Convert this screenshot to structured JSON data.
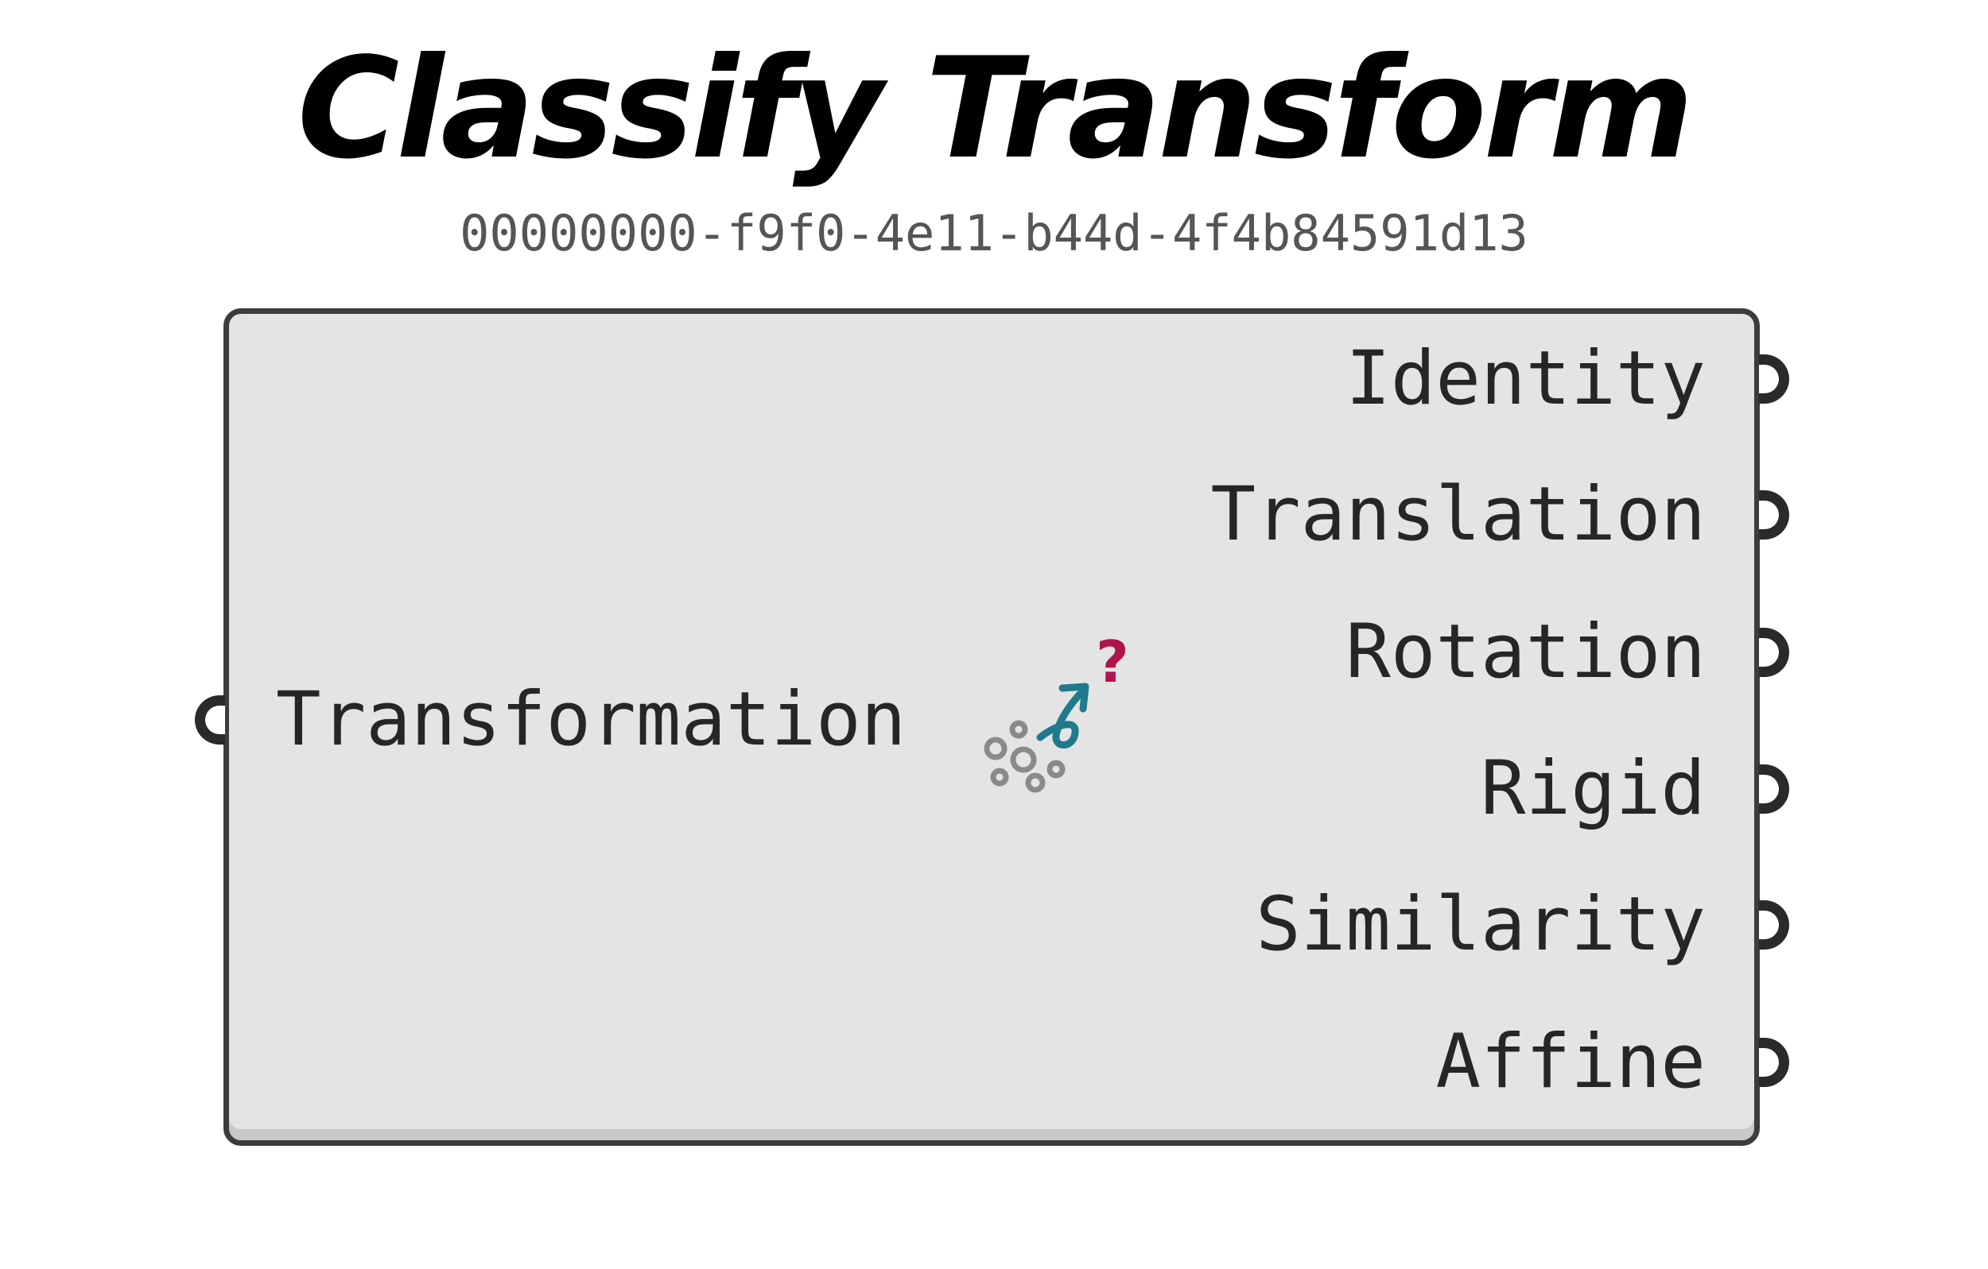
{
  "component": {
    "title": "Classify Transform",
    "guid": "00000000-f9f0-4e11-b44d-4f4b84591d13",
    "icon": "transform-classify-icon",
    "inputs": [
      {
        "label": "Transformation"
      }
    ],
    "outputs": [
      {
        "label": "Identity"
      },
      {
        "label": "Translation"
      },
      {
        "label": "Rotation"
      },
      {
        "label": "Rigid"
      },
      {
        "label": "Similarity"
      },
      {
        "label": "Affine"
      }
    ]
  },
  "colors": {
    "body": "#e4e4e4",
    "outline": "#3c3c3c",
    "icon_teal": "#1f7a8c",
    "icon_magenta": "#b0144f",
    "icon_gray": "#8a8a8a"
  }
}
